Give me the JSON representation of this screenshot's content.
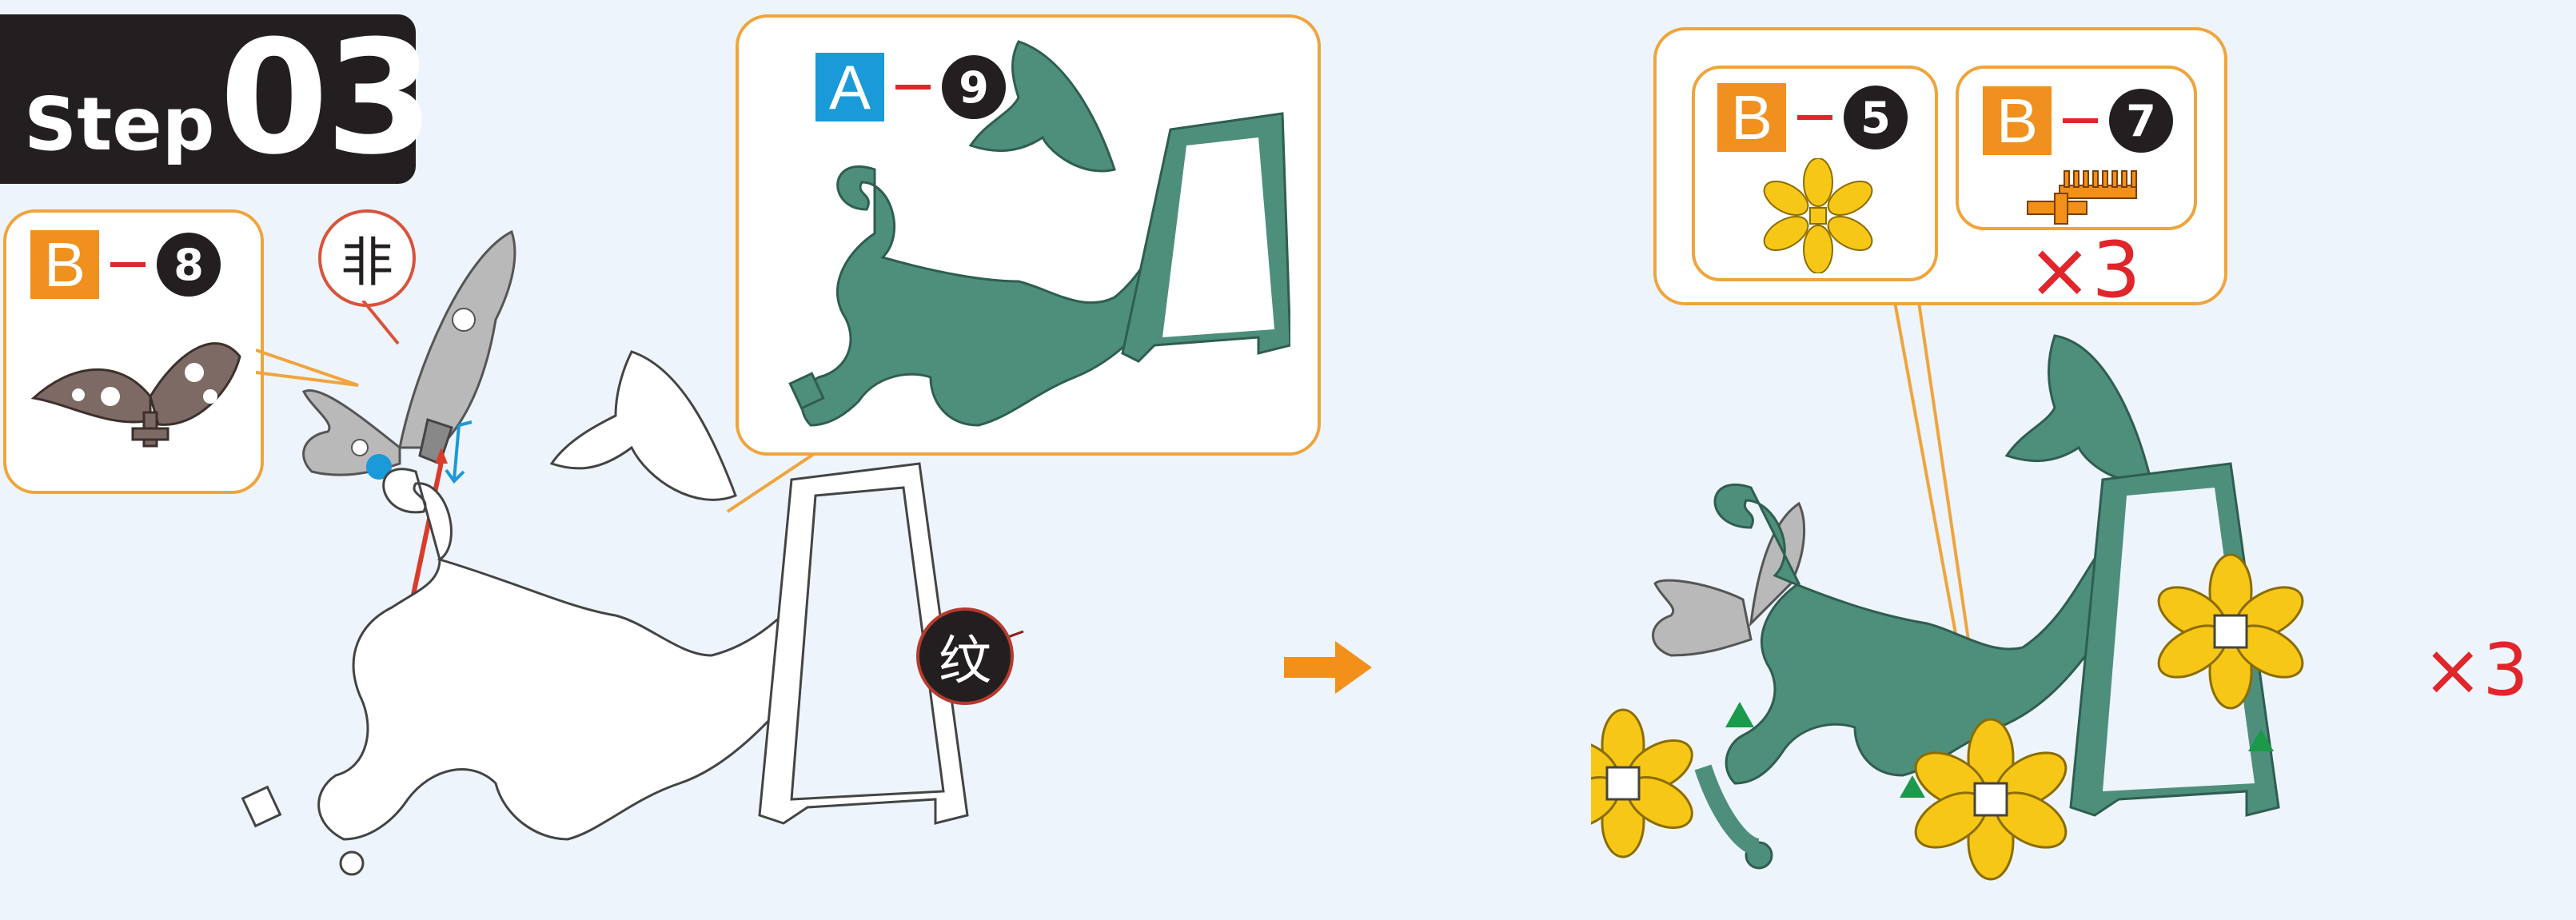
{
  "step": {
    "word": "Step",
    "number": "03"
  },
  "callout_b8": {
    "letter": "B",
    "dash": "—",
    "number": "8"
  },
  "callout_a9": {
    "letter": "A",
    "dash": "—",
    "number": "9"
  },
  "callout_b5": {
    "letter": "B",
    "dash": "—",
    "number": "5"
  },
  "callout_b7": {
    "letter": "B",
    "dash": "—",
    "number": "7"
  },
  "multiplier_parts": "×3",
  "multiplier_assembly": "×3",
  "label_fei": "非",
  "label_wen": "纹",
  "colors": {
    "orange_tag": "#f0901e",
    "blue_tag": "#1a9ad8",
    "callout_border": "#f0a43c",
    "teal_part": "#4e8f7c",
    "gray_part": "#b9b9b9",
    "brown_part": "#7d6a64",
    "yellow_flower": "#f7c718",
    "arrow": "#f39019",
    "red": "#e0262a"
  },
  "icons": [
    "butterfly-part-icon",
    "vine-frame-part-icon",
    "flower-part-icon",
    "comb-pin-part-icon",
    "assembly-arrow-icon"
  ]
}
